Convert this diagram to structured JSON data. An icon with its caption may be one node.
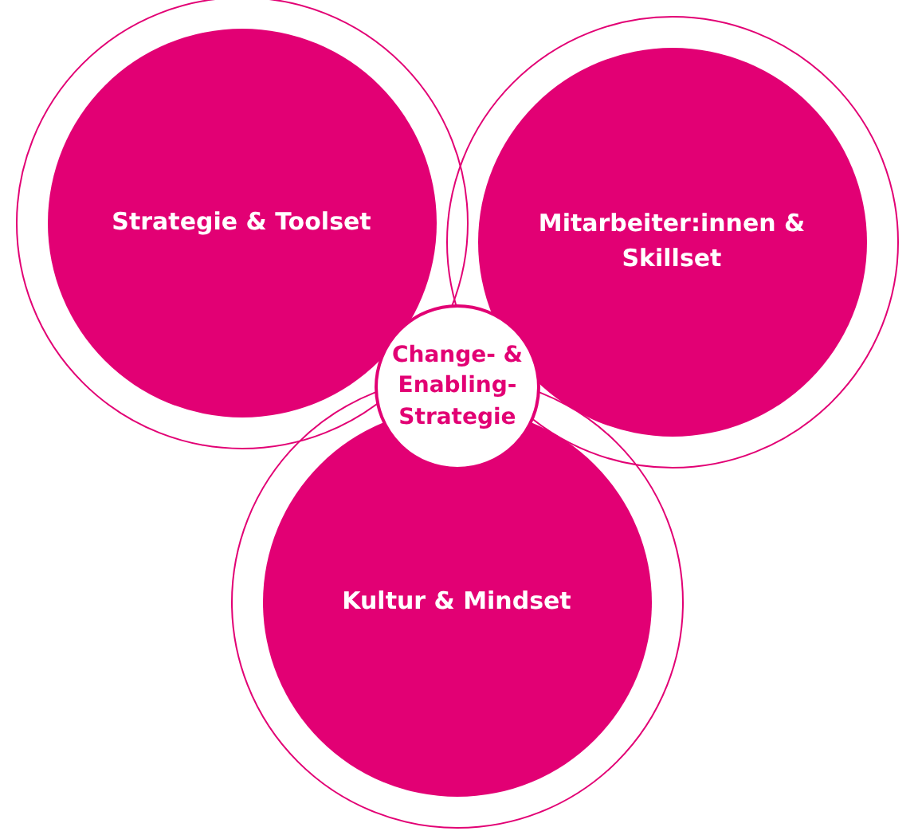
{
  "diagram": {
    "nodes": [
      {
        "text": [
          "Strategie & Toolset"
        ]
      },
      {
        "text": [
          "Mitarbeiter:innen & Skillset"
        ]
      },
      {
        "text": [
          "Change- & Enabling-Strategie"
        ]
      },
      {
        "text": [
          "Kultur & Mindset"
        ]
      }
    ]
  }
}
